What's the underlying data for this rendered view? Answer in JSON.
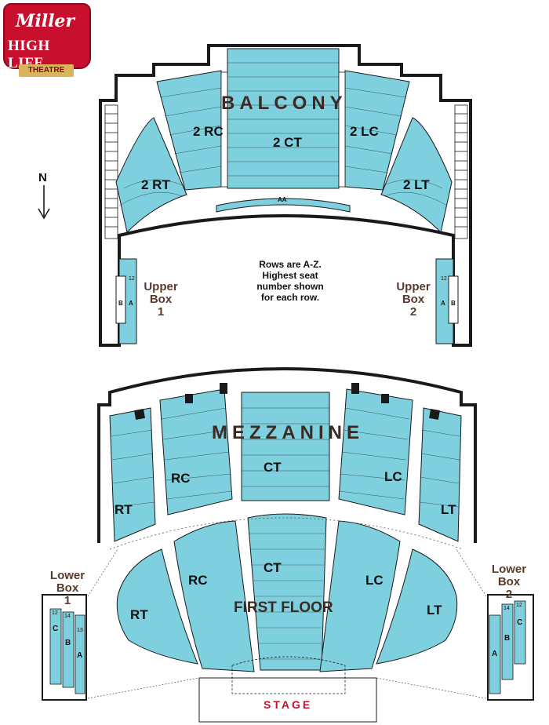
{
  "logo": {
    "brand": "Miller",
    "line1": "HIGH LIFE",
    "line2": "THEATRE"
  },
  "compass": {
    "label": "N"
  },
  "colors": {
    "seat": "#7fd0de",
    "outline": "#1a1a1a",
    "title": "#3a2a22",
    "stage_text": "#c8102e",
    "box_label": "#5a3a2a"
  },
  "balcony": {
    "title": "BALCONY",
    "sections": [
      "2 RC",
      "2 CT",
      "2 LC",
      "2 RT",
      "2 LT"
    ],
    "front_row": "AA",
    "note": [
      "Rows are A-Z.",
      "Highest seat",
      "number shown",
      "for each row."
    ]
  },
  "upper_box_left": {
    "label": [
      "Upper",
      "Box",
      "1"
    ],
    "seats": [
      "B",
      "A"
    ],
    "count": "12"
  },
  "upper_box_right": {
    "label": [
      "Upper",
      "Box",
      "2"
    ],
    "seats": [
      "A",
      "B"
    ],
    "count": "12"
  },
  "mezzanine": {
    "title": "MEZZANINE",
    "sections": [
      "RC",
      "CT",
      "LC",
      "RT",
      "LT"
    ]
  },
  "first_floor": {
    "title": "FIRST FLOOR",
    "sections": [
      "RT",
      "RC",
      "CT",
      "LC",
      "LT"
    ]
  },
  "lower_box_left": {
    "label": [
      "Lower",
      "Box",
      "1"
    ],
    "seats": [
      "C",
      "B",
      "A"
    ],
    "counts": [
      "12",
      "14",
      "13"
    ]
  },
  "lower_box_right": {
    "label": [
      "Lower",
      "Box",
      "2"
    ],
    "seats": [
      "A",
      "B",
      "C"
    ],
    "counts": [
      "14",
      "12"
    ]
  },
  "stage": {
    "label": "STAGE"
  }
}
